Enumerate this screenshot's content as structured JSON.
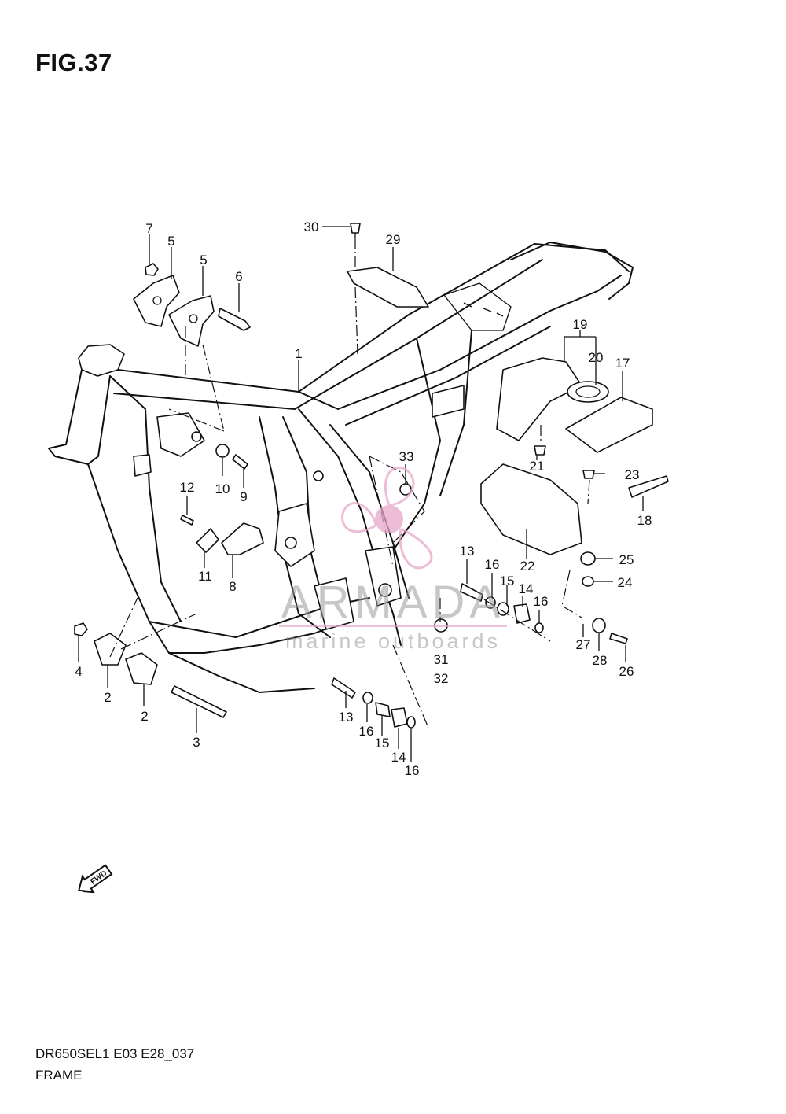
{
  "figure": {
    "title": "FIG.37"
  },
  "callouts": [
    {
      "label": "7"
    },
    {
      "label": "5"
    },
    {
      "label": "5"
    },
    {
      "label": "6"
    },
    {
      "label": "30"
    },
    {
      "label": "29"
    },
    {
      "label": "1"
    },
    {
      "label": "19"
    },
    {
      "label": "20"
    },
    {
      "label": "17"
    },
    {
      "label": "33"
    },
    {
      "label": "21"
    },
    {
      "label": "23"
    },
    {
      "label": "18"
    },
    {
      "label": "10"
    },
    {
      "label": "9"
    },
    {
      "label": "12"
    },
    {
      "label": "11"
    },
    {
      "label": "8"
    },
    {
      "label": "22"
    },
    {
      "label": "25"
    },
    {
      "label": "24"
    },
    {
      "label": "13"
    },
    {
      "label": "16"
    },
    {
      "label": "15"
    },
    {
      "label": "14"
    },
    {
      "label": "16"
    },
    {
      "label": "27"
    },
    {
      "label": "28"
    },
    {
      "label": "26"
    },
    {
      "label": "31"
    },
    {
      "label": "32"
    },
    {
      "label": "4"
    },
    {
      "label": "2"
    },
    {
      "label": "2"
    },
    {
      "label": "3"
    },
    {
      "label": "13"
    },
    {
      "label": "16"
    },
    {
      "label": "15"
    },
    {
      "label": "14"
    },
    {
      "label": "16"
    }
  ],
  "watermark": {
    "brand": "ARMADA",
    "tagline": "marine outboards"
  },
  "fwd_arrow": {
    "label": "FWD"
  },
  "footer": {
    "code": "DR650SEL1 E03 E28_037",
    "name": "FRAME"
  },
  "colors": {
    "line": "#111111",
    "watermark_pink": "#e8a8cc",
    "watermark_gray": "#9a9a9a"
  }
}
